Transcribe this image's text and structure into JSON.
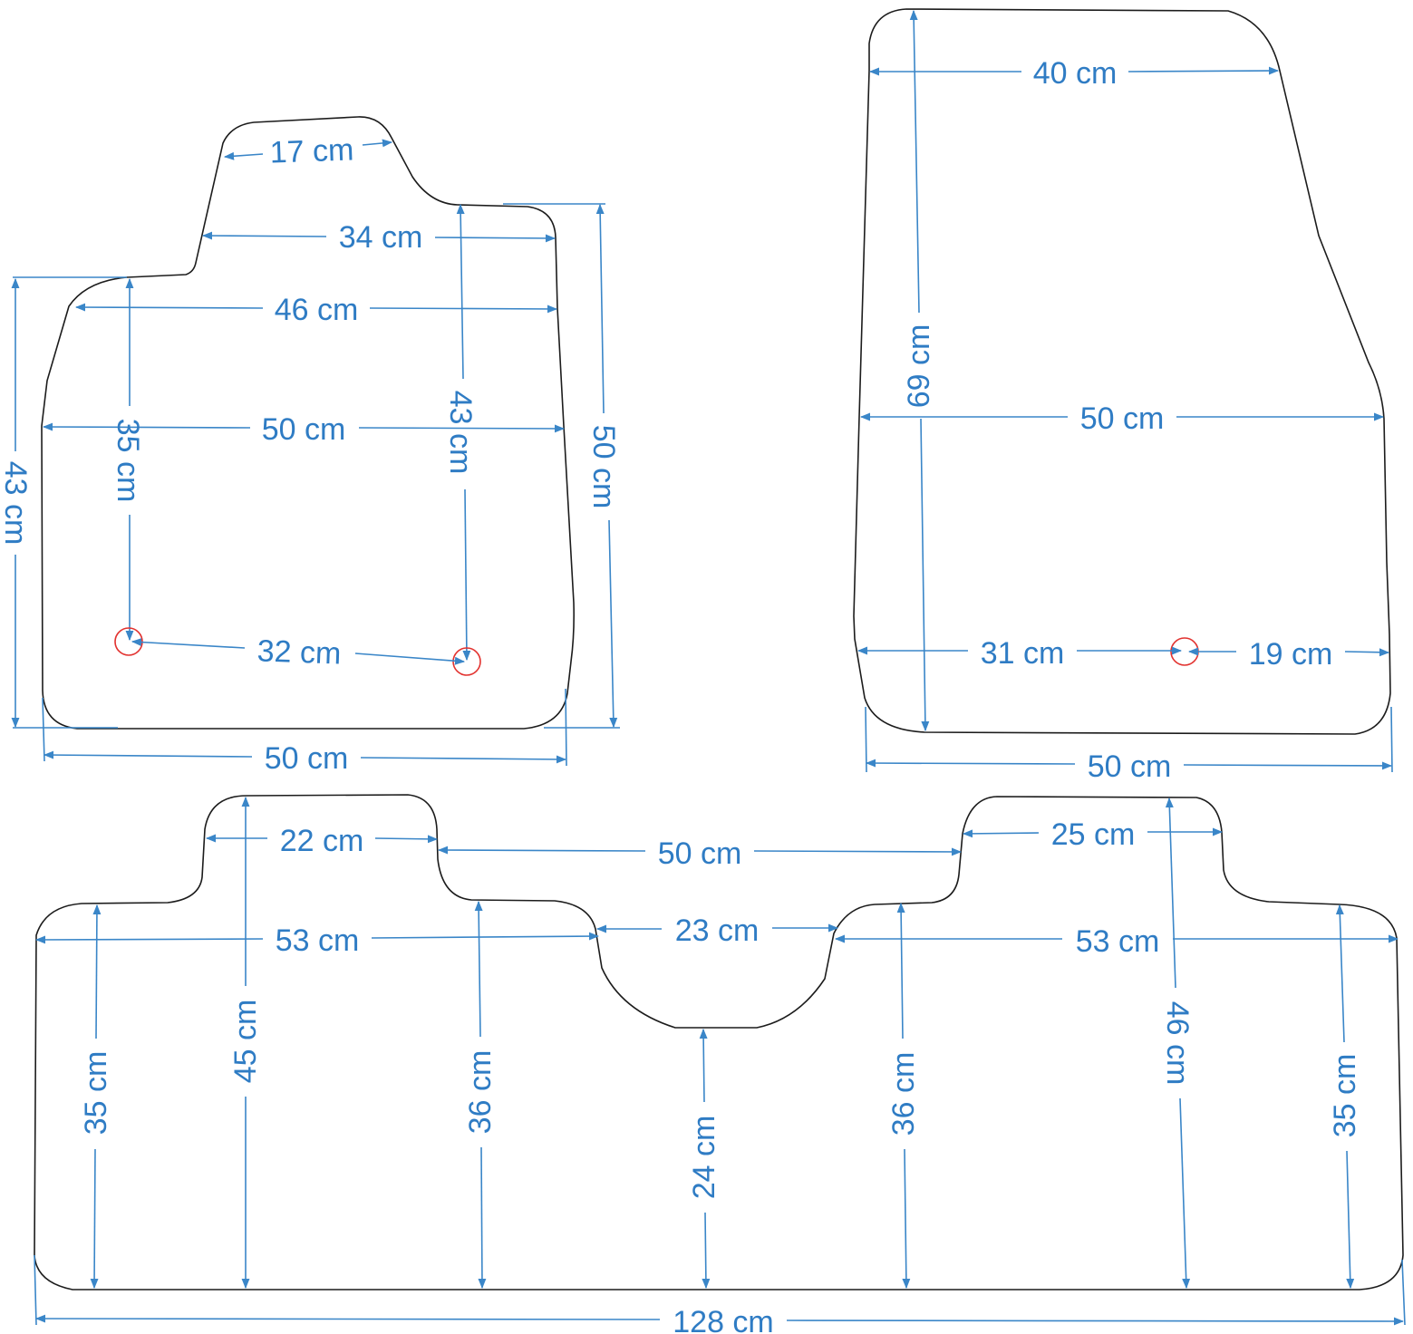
{
  "colors": {
    "outline": "#1c1c1c",
    "dimension": "#3a86c8",
    "label": "#2f7cc4",
    "marker": "#e2322f"
  },
  "mats": {
    "front_left": {
      "dims": {
        "top_notch": "17 cm",
        "upper_width": "34 cm",
        "mid_width": "46 cm",
        "full_width": "50 cm",
        "left_height": "43 cm",
        "left_inner_height": "35 cm",
        "right_inner_height": "43 cm",
        "right_height": "50 cm",
        "hole_spacing": "32 cm",
        "bottom_width": "50 cm"
      }
    },
    "front_right": {
      "dims": {
        "top_width": "40 cm",
        "height": "69 cm",
        "mid_width": "50 cm",
        "left_to_hole": "31 cm",
        "hole_to_right": "19 cm",
        "bottom_width": "50 cm"
      }
    },
    "rear": {
      "dims": {
        "left_tab": "22 cm",
        "between_tabs": "50 cm",
        "right_tab": "25 cm",
        "left_body": "53 cm",
        "tunnel_width": "23 cm",
        "right_body": "53 cm",
        "h_left": "35 cm",
        "h_left_tab": "45 cm",
        "h_left_inner": "36 cm",
        "h_tunnel": "24 cm",
        "h_right_inner": "36 cm",
        "h_right_tab": "46 cm",
        "h_right": "35 cm",
        "total_width": "128 cm"
      }
    }
  }
}
